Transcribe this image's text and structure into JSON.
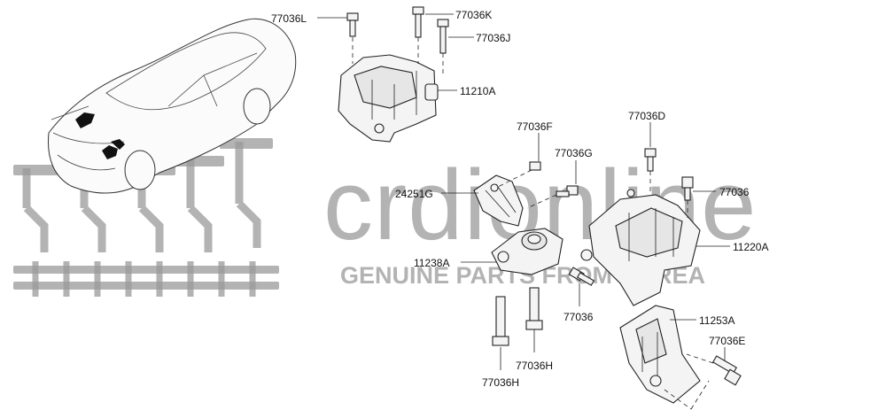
{
  "watermark": {
    "brand": "crdionline",
    "tagline": "GENUINE PARTS FROM KOREA"
  },
  "callouts": {
    "c77036L": "77036L",
    "c77036K": "77036K",
    "c77036J": "77036J",
    "c11210A": "11210A",
    "c77036F": "77036F",
    "c77036G": "77036G",
    "c77036D": "77036D",
    "c77036_right": "77036",
    "c24251G": "24251G",
    "c11220A": "11220A",
    "c11238A": "11238A",
    "c77036_mid": "77036",
    "c11253A": "11253A",
    "c77036E": "77036E",
    "c77036H_a": "77036H",
    "c77036H_b": "77036H"
  }
}
